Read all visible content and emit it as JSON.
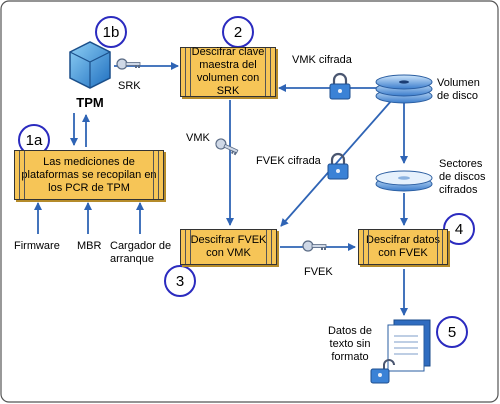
{
  "steps": {
    "s1a": "1a",
    "s1b": "1b",
    "s2": "2",
    "s3": "3",
    "s4": "4",
    "s5": "5"
  },
  "tpm": {
    "label": "TPM"
  },
  "boxes": {
    "measure": "Las mediciones de plataformas se recopilan en los PCR de TPM",
    "decrypt_vmk": "Descifrar clave maestra del volumen con SRK",
    "decrypt_fvek": "Descifrar FVEK con VMK",
    "decrypt_data": "Descifrar datos con FVEK"
  },
  "labels": {
    "srk": "SRK",
    "vmk_cifrada": "VMK cifrada",
    "volumen": "Volumen de disco",
    "vmk": "VMK",
    "fvek_cifrada": "FVEK cifrada",
    "sectores": "Sectores de discos cifrados",
    "firmware": "Firmware",
    "mbr": "MBR",
    "cargador": "Cargador de arranque",
    "fvek": "FVEK",
    "datos": "Datos de texto sin formato"
  },
  "colors": {
    "box_fill": "#f6c557",
    "arrow": "#2f64b5",
    "circle_border": "#2b2bbf"
  }
}
